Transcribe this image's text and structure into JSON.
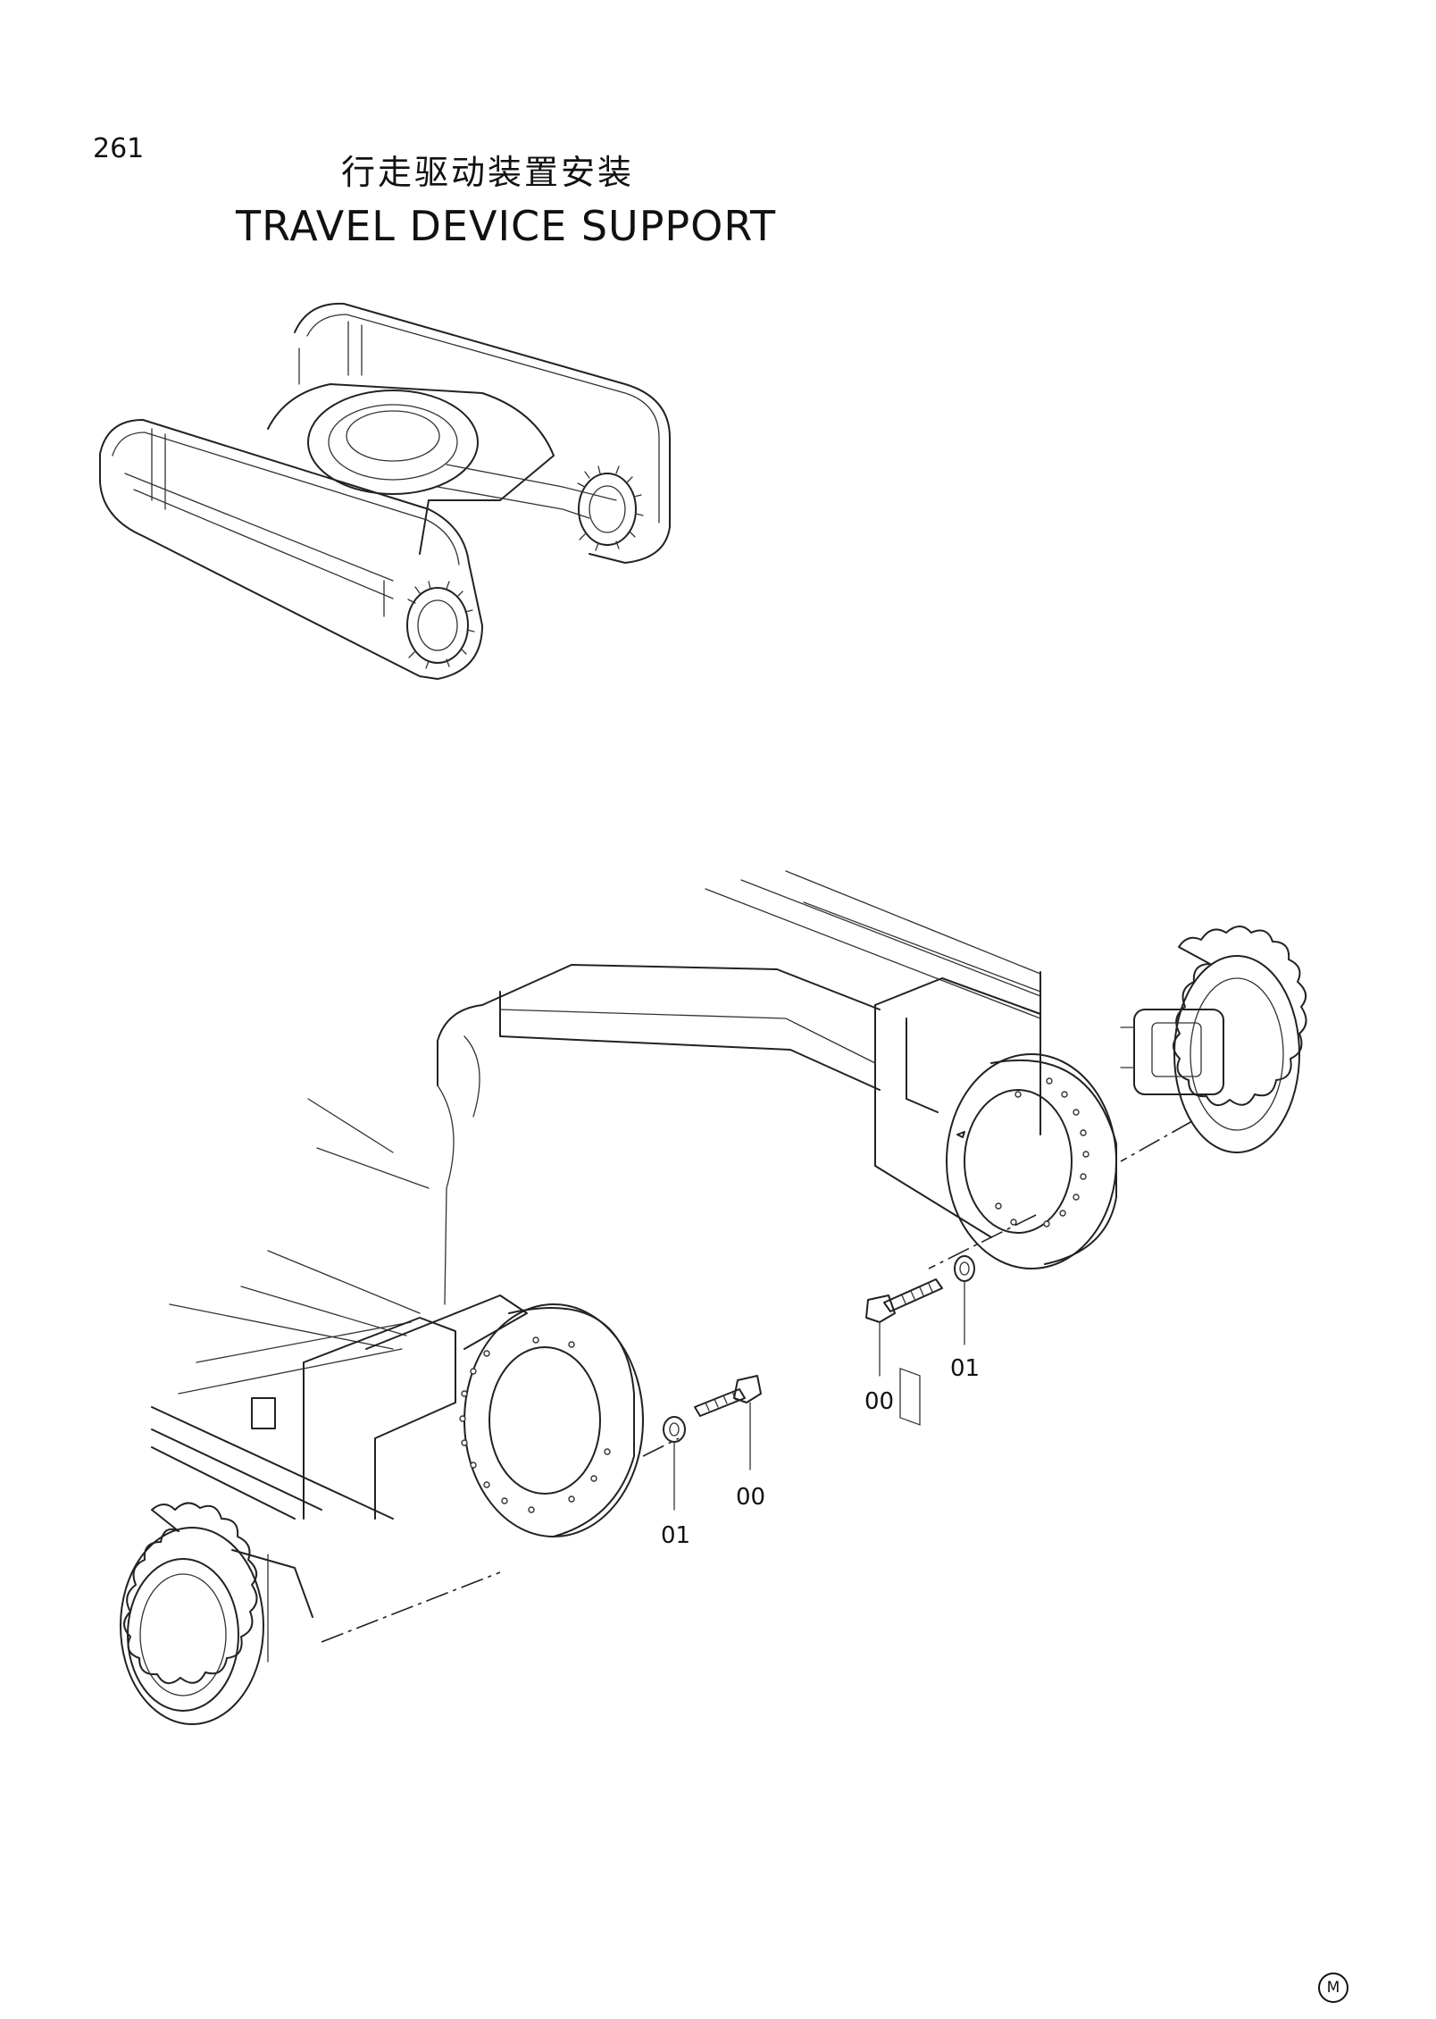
{
  "page": {
    "number": "261",
    "title_cn": "行走驱动装置安装",
    "title_en": "TRAVEL DEVICE SUPPORT",
    "corner_mark": "M"
  },
  "callouts": [
    {
      "id": "bolt-right",
      "label": "00"
    },
    {
      "id": "washer-right",
      "label": "01"
    },
    {
      "id": "bolt-left",
      "label": "00"
    },
    {
      "id": "washer-left",
      "label": "01"
    }
  ],
  "colors": {
    "ink": "#222222",
    "paper": "#ffffff"
  }
}
